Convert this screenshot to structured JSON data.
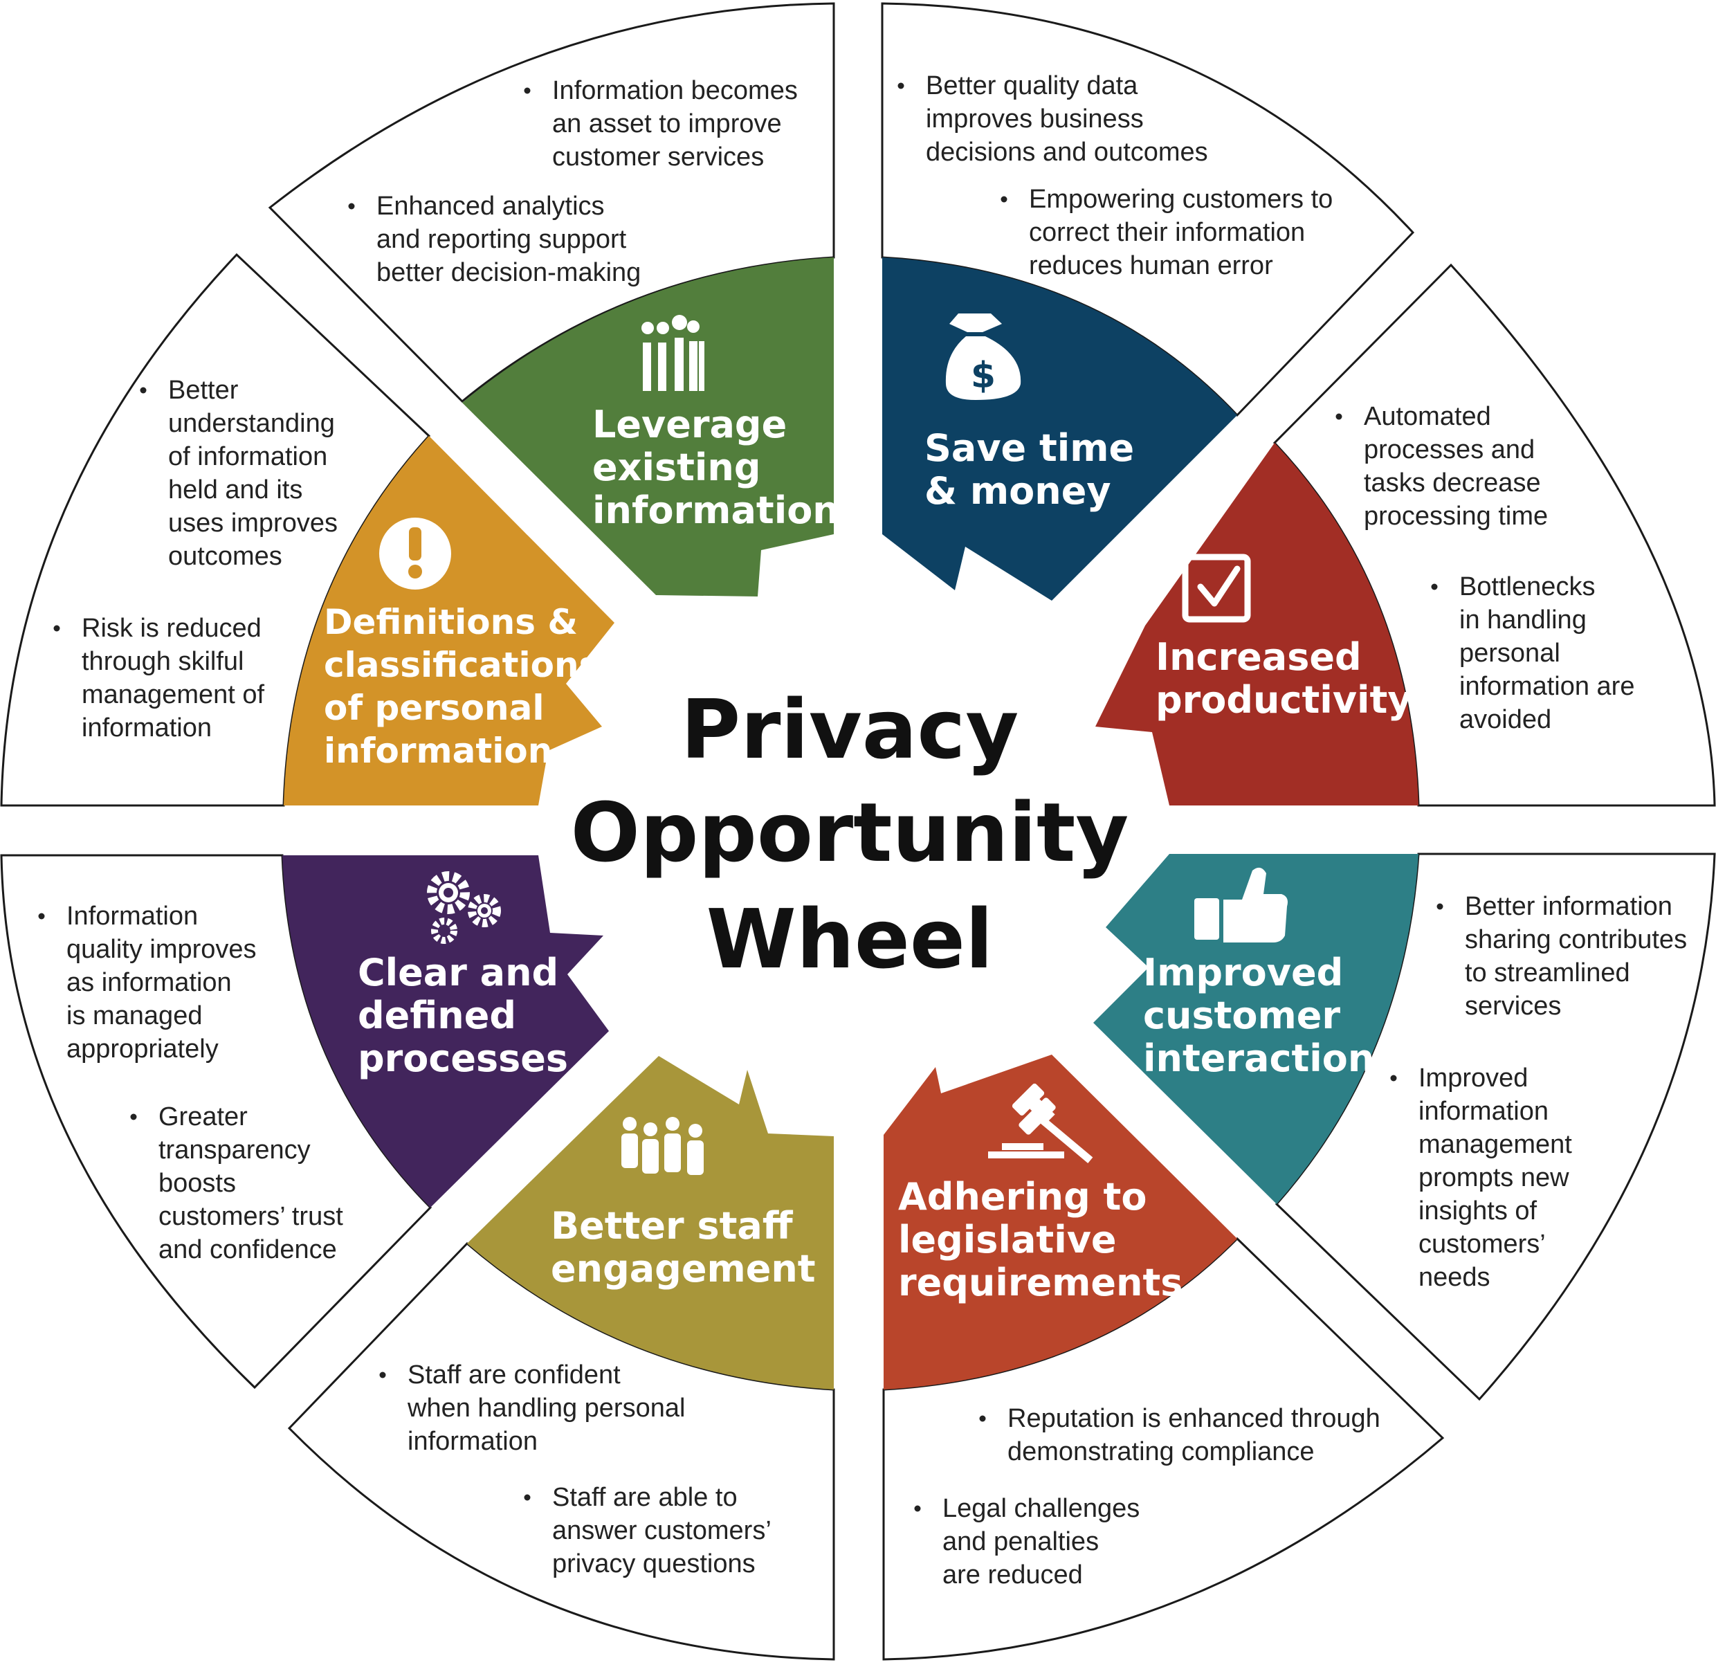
{
  "title": [
    "Privacy",
    "Opportunity",
    "Wheel"
  ],
  "segments": [
    {
      "id": "leverage",
      "title": [
        "Leverage",
        "existing",
        "information"
      ],
      "icon": "data-bars-icon",
      "color": "#527e3c",
      "bullets": [
        [
          "Information becomes",
          "an asset to improve",
          "customer services"
        ],
        [
          "Enhanced analytics",
          "and reporting support",
          "better decision-making"
        ]
      ]
    },
    {
      "id": "save",
      "title": [
        "Save time",
        "& money"
      ],
      "icon": "money-bag-icon",
      "color": "#0d4163",
      "bullets": [
        [
          "Better quality data",
          "improves business",
          "decisions and outcomes"
        ],
        [
          "Empowering customers to",
          "correct their information",
          "reduces human error"
        ]
      ]
    },
    {
      "id": "productivity",
      "title": [
        "Increased",
        "productivity"
      ],
      "icon": "checkbox-icon",
      "color": "#a22e25",
      "bullets": [
        [
          "Automated",
          "processes and",
          "tasks decrease",
          "processing time"
        ],
        [
          "Bottlenecks",
          "in handling",
          "personal",
          "information are",
          "avoided"
        ]
      ]
    },
    {
      "id": "customer",
      "title": [
        "Improved",
        "customer",
        "interaction"
      ],
      "icon": "thumbs-up-icon",
      "color": "#2d7f86",
      "bullets": [
        [
          "Better information",
          "sharing contributes",
          "to streamlined",
          "services"
        ],
        [
          "Improved",
          "information",
          "management",
          "prompts new",
          "insights of",
          "customers’",
          "needs"
        ]
      ]
    },
    {
      "id": "legislative",
      "title": [
        "Adhering to",
        "legislative",
        "requirements"
      ],
      "icon": "gavel-icon",
      "color": "#b9452b",
      "bullets": [
        [
          "Reputation is enhanced through",
          "demonstrating compliance"
        ],
        [
          "Legal challenges",
          "and penalties",
          "are reduced"
        ]
      ]
    },
    {
      "id": "staff",
      "title": [
        "Better staff",
        "engagement"
      ],
      "icon": "people-group-icon",
      "color": "#a8963a",
      "bullets": [
        [
          "Staff are confident",
          "when handling personal",
          "information"
        ],
        [
          "Staff are able to",
          "answer customers’",
          "privacy questions"
        ]
      ]
    },
    {
      "id": "processes",
      "title": [
        "Clear and",
        "defined",
        "processes"
      ],
      "icon": "gears-icon",
      "color": "#42255c",
      "bullets": [
        [
          "Information",
          "quality improves",
          "as information",
          "is managed",
          "appropriately"
        ],
        [
          "Greater",
          "transparency",
          "boosts",
          "customers’ trust",
          "and confidence"
        ]
      ]
    },
    {
      "id": "definitions",
      "title": [
        "Definitions &",
        "classifications",
        "of personal",
        "information"
      ],
      "icon": "exclamation-icon",
      "color": "#d39328",
      "bullets": [
        [
          "Better",
          "understanding",
          "of information",
          "held and its",
          "uses improves",
          "outcomes"
        ],
        [
          "Risk is reduced",
          "through skilful",
          "management of",
          "information"
        ]
      ]
    }
  ]
}
